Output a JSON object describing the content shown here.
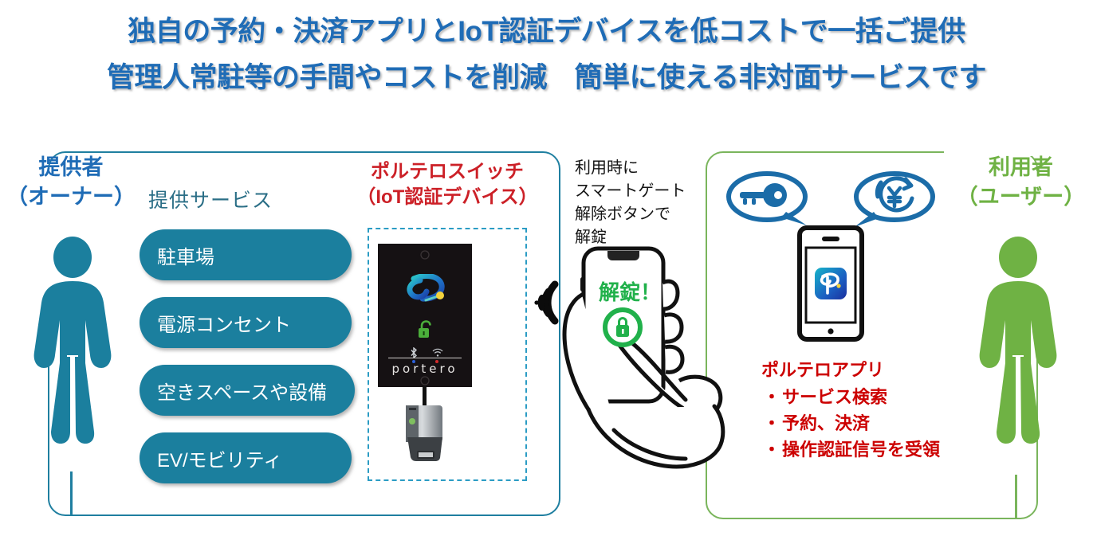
{
  "title": {
    "line1": "独自の予約・決済アプリとIoT認証デバイスを低コストで一括ご提供",
    "line2": "管理人常駐等の手間やコストを削減　簡単に使える非対面サービスです",
    "color": "#1F6CB6"
  },
  "owner": {
    "label_line1": "提供者",
    "label_line2": "（オーナー）",
    "color": "#1F6CB6",
    "icon": "person-icon",
    "icon_color": "#1B7F9E",
    "services_heading": "提供サービス",
    "services": [
      {
        "label": "駐車場"
      },
      {
        "label": "電源コンセント"
      },
      {
        "label": "空きスペースや設備"
      },
      {
        "label": "EV/モビリティ"
      }
    ],
    "pill_color": "#1B7F9E",
    "frame_color": "#1F7FA0"
  },
  "device": {
    "title_line1": "ポルテロスイッチ",
    "title_line2": "（IoT認証デバイス）",
    "title_color": "#CC2027",
    "brand": "portero",
    "status_icons": [
      "bluetooth-icon",
      "wifi-small-icon"
    ],
    "lock_icon": "unlocked-padlock-icon",
    "logo_icon": "portero-p-logo-icon",
    "dashed_border_color": "#2B9CC4",
    "signal_icon": "wifi-signal-icon"
  },
  "usage": {
    "note": "利用時に\nスマートゲート\n解除ボタンで\n解錠",
    "phone_label": "解錠！",
    "phone_label_color": "#21B14B",
    "phone_button_icon": "padlock-icon",
    "hand_icon": "hand-holding-phone-icon"
  },
  "user": {
    "label_line1": "利用者",
    "label_line2": "（ユーザー）",
    "color": "#6FB244",
    "icon": "person-icon",
    "icon_color": "#6FB244",
    "frame_color": "#7AB55C",
    "bubbles": [
      {
        "icon": "key-icon",
        "color": "#1B6CA8"
      },
      {
        "icon": "yen-payment-icon",
        "color": "#1B6CA8"
      }
    ],
    "phone_icon": "smartphone-icon",
    "app_icon": "portero-app-icon",
    "app_heading": "ポルテロアプリ",
    "app_features": [
      {
        "bullet": "・",
        "label": "サービス検索"
      },
      {
        "bullet": "・",
        "label": "予約、決済"
      },
      {
        "bullet": "・",
        "label": "操作認証信号を受領"
      }
    ],
    "app_text_color": "#CC0000"
  }
}
